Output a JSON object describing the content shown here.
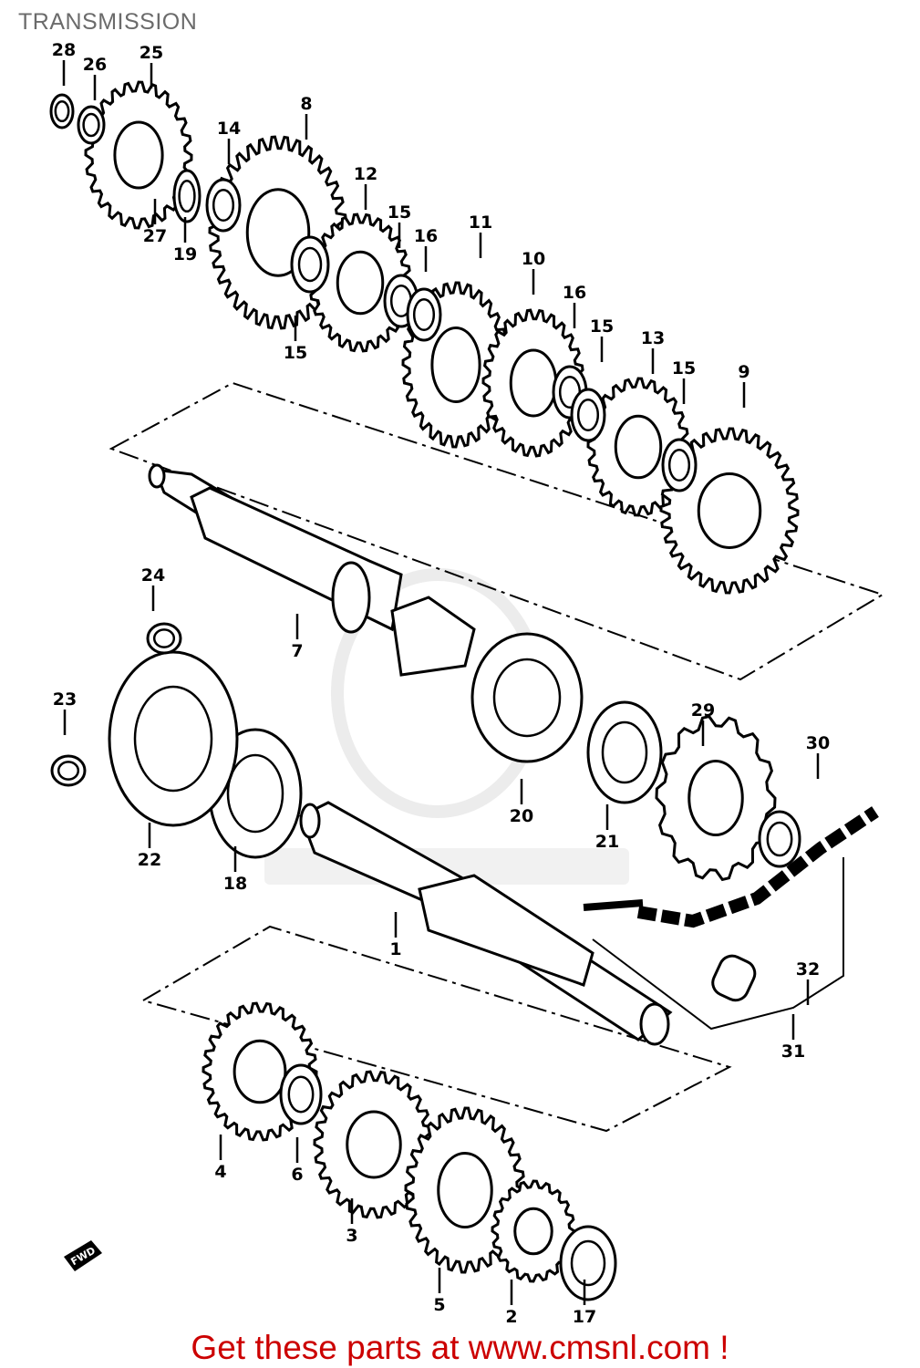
{
  "title": "TRANSMISSION",
  "footer": "Get these parts at www.cmsnl.com !",
  "watermark": "www.cmsnl.com",
  "colors": {
    "footer": "#cc0000",
    "title": "#6b6b6b",
    "line": "#000000"
  },
  "direction_marker": "FWD",
  "callouts": [
    "28",
    "26",
    "25",
    "14",
    "8",
    "27",
    "19",
    "12",
    "15",
    "16",
    "11",
    "15",
    "10",
    "16",
    "15",
    "13",
    "15",
    "9",
    "7",
    "24",
    "23",
    "22",
    "18",
    "20",
    "21",
    "29",
    "30",
    "1",
    "32",
    "31",
    "4",
    "6",
    "3",
    "5",
    "2",
    "17"
  ]
}
